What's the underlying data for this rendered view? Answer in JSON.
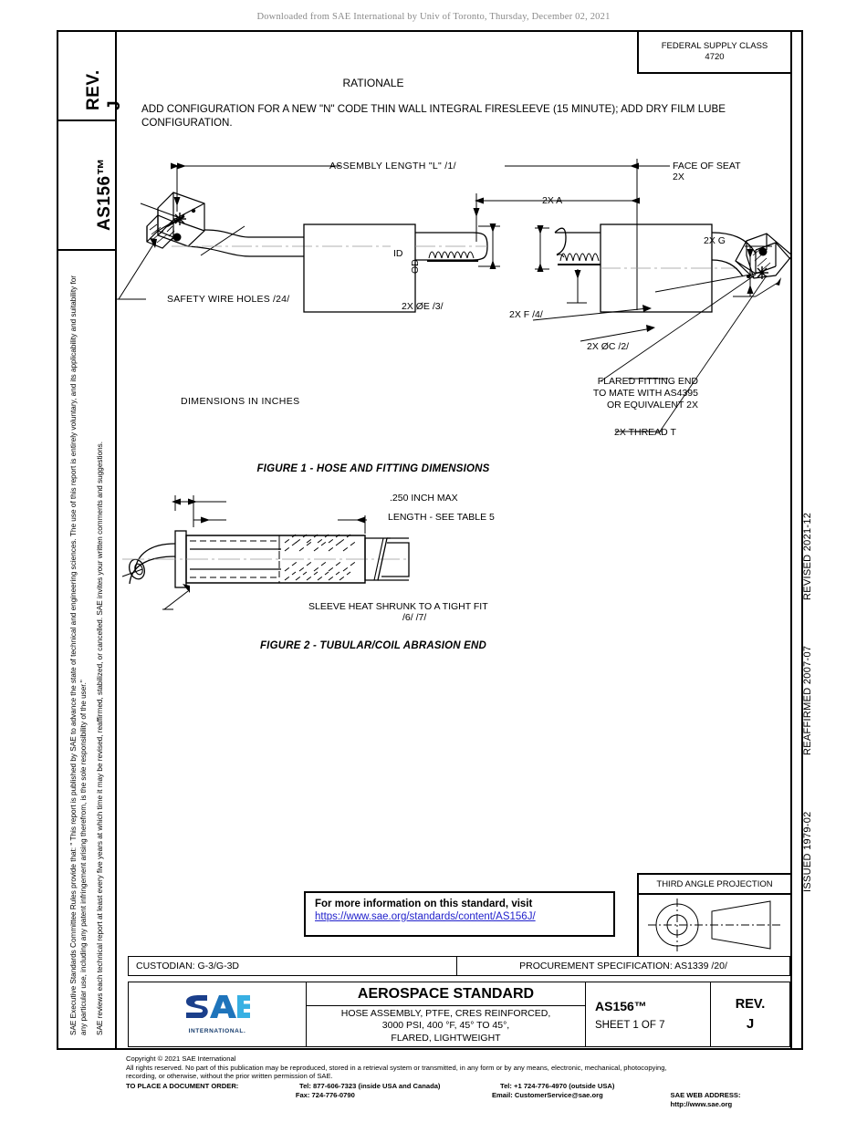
{
  "banner": {
    "text": "Downloaded from SAE International by Univ of Toronto, Thursday, December 02, 2021"
  },
  "left_bar": {
    "rev_label": "REV.",
    "rev_value": "J",
    "designation": "AS156™",
    "legal_p1": "SAE Executive Standards Committee Rules provide that: \" This report is published by SAE to advance the state of technical and engineering sciences. The use of this report is entirely voluntary, and its applicability and suitability for any particular use, including any patent infringement arising therefrom, is the sole responsibility of the user.\"",
    "legal_p2": "SAE reviews each technical report at least every five years at which time it may be revised, reaffirmed, stabilized, or cancelled. SAE invites your written comments and suggestions."
  },
  "right_bar": {
    "revised": "REVISED 2021-12",
    "reaffirmed": "REAFFIRMED 2007-07",
    "issued": "ISSUED 1979-02"
  },
  "fsc": {
    "label": "FEDERAL SUPPLY CLASS",
    "value": "4720"
  },
  "rationale": {
    "title": "RATIONALE",
    "body": "ADD CONFIGURATION FOR A NEW \"N\" CODE THIN WALL INTEGRAL FIRESLEEVE (15 MINUTE); ADD DRY FILM LUBE CONFIGURATION."
  },
  "figure1": {
    "caption": "FIGURE 1 - HOSE AND FITTING DIMENSIONS",
    "note_units": "DIMENSIONS  IN  INCHES",
    "labels": {
      "assembly_length": "ASSEMBLY  LENGTH  \"L\"  /1/",
      "face_of_seat": "FACE OF SEAT",
      "face_of_seat_2x": "2X",
      "two_x_a": "2X A",
      "two_x_g": "2X G",
      "id": "ID",
      "od": "OD",
      "two_x_oe": "2X ØE /3/",
      "two_x_f": "2X F /4/",
      "two_x_oc": "2X ØC /2/",
      "safety_wire_holes": "SAFETY WIRE HOLES /24/",
      "flared_l1": "FLARED FITTING END",
      "flared_l2": "TO MATE WITH AS4395",
      "flared_l3": "OR EQUIVALENT 2X",
      "two_x_thread": "2X THREAD T"
    }
  },
  "figure2": {
    "caption": "FIGURE 2 - TUBULAR/COIL ABRASION END",
    "labels": {
      "max_inch": ".250 INCH MAX",
      "length_table": "LENGTH - SEE TABLE 5",
      "sleeve": "SLEEVE HEAT SHRUNK TO A TIGHT FIT",
      "sleeve_notes": "/6/  /7/"
    }
  },
  "infobox": {
    "line1": "For more information on this standard, visit",
    "link": "https://www.sae.org/standards/content/AS156J/",
    "link_color": "#2222cc"
  },
  "third_angle": {
    "title": "THIRD ANGLE PROJECTION"
  },
  "custodian_row": {
    "custodian": "CUSTODIAN: G-3/G-3D",
    "procurement": "PROCUREMENT SPECIFICATION: AS1339 /20/"
  },
  "title_block": {
    "logo_main": "SAE",
    "logo_sub": "INTERNATIONAL.",
    "logo_colors": {
      "s": "#1b3f8b",
      "a": "#1e74bb",
      "e": "#38b0e3",
      "sub": "#143a6b"
    },
    "standard_type": "AEROSPACE STANDARD",
    "desc_l1": "HOSE ASSEMBLY, PTFE, CRES REINFORCED,",
    "desc_l2": "3000 PSI, 400 °F, 45° TO 45°,",
    "desc_l3": "FLARED, LIGHTWEIGHT",
    "designation": "AS156™",
    "sheet": "SHEET 1 OF 7",
    "rev_label": "REV.",
    "rev_value": "J"
  },
  "footer": {
    "copyright": "Copyright © 2021 SAE International",
    "rights_l1": "All rights reserved. No part of this publication may be reproduced, stored in a retrieval system or transmitted, in any form or by any means, electronic, mechanical, photocopying,",
    "rights_l2": "recording, or otherwise, without the prior written permission of SAE.",
    "order_label": "TO PLACE A DOCUMENT ORDER:",
    "tel_inside": "Tel: 877-606-7323 (inside USA and Canada)",
    "fax": "Fax: 724-776-0790",
    "tel_outside": "Tel: +1 724-776-4970 (outside USA)",
    "email": "Email: CustomerService@sae.org",
    "web": "SAE WEB ADDRESS: http://www.sae.org"
  }
}
